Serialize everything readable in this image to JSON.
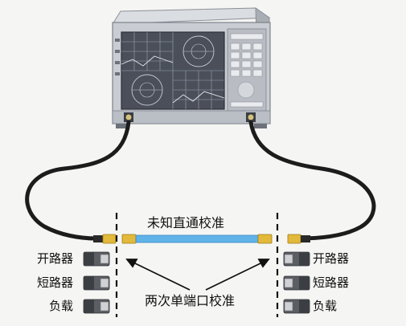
{
  "labels": {
    "unknown_thru": "未知直通校准",
    "two_single_port": "两次单端口校准"
  },
  "left_standards": [
    "开路器",
    "短路器",
    "负载"
  ],
  "right_standards": [
    "开路器",
    "短路器",
    "负载"
  ],
  "colors": {
    "background": "#f5f5f3",
    "instrument_body": "#c9ccd2",
    "screen": "#4a4f5a",
    "cable": "#1c1c1c",
    "thru_cable": "#5fb3e8",
    "connector_gold": "#e2b93a",
    "reference_line": "#111111"
  }
}
